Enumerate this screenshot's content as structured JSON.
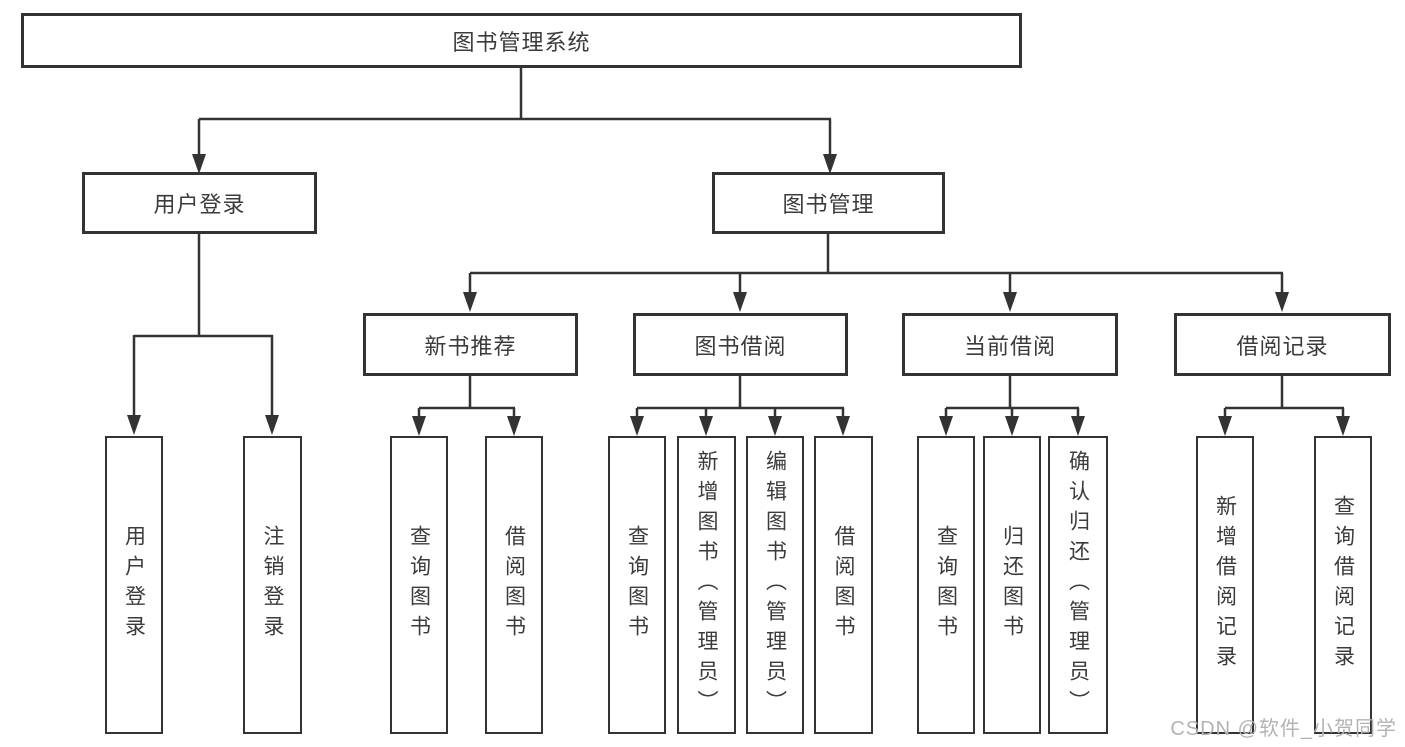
{
  "page": {
    "background_color": "#ffffff",
    "line_color": "#333333",
    "node_text_color": "#3b3b3b",
    "watermark_color": "#b3b3b3"
  },
  "diagram": {
    "type": "hierarchy-tree",
    "root": {
      "label": "图书管理系统",
      "children": [
        {
          "label": "用户登录",
          "children": [
            {
              "label": "用户登录"
            },
            {
              "label": "注销登录"
            }
          ]
        },
        {
          "label": "图书管理",
          "children": [
            {
              "label": "新书推荐",
              "children": [
                {
                  "label": "查询图书"
                },
                {
                  "label": "借阅图书"
                }
              ]
            },
            {
              "label": "图书借阅",
              "children": [
                {
                  "label": "查询图书"
                },
                {
                  "label": "新增图书（管理员）"
                },
                {
                  "label": "编辑图书（管理员）"
                },
                {
                  "label": "借阅图书"
                }
              ]
            },
            {
              "label": "当前借阅",
              "children": [
                {
                  "label": "查询图书"
                },
                {
                  "label": "归还图书"
                },
                {
                  "label": "确认归还（管理员）"
                }
              ]
            },
            {
              "label": "借阅记录",
              "children": [
                {
                  "label": "新增借阅记录"
                },
                {
                  "label": "查询借阅记录"
                }
              ]
            }
          ]
        }
      ]
    }
  },
  "watermark": {
    "text": "CSDN @软件_小贺同学"
  }
}
